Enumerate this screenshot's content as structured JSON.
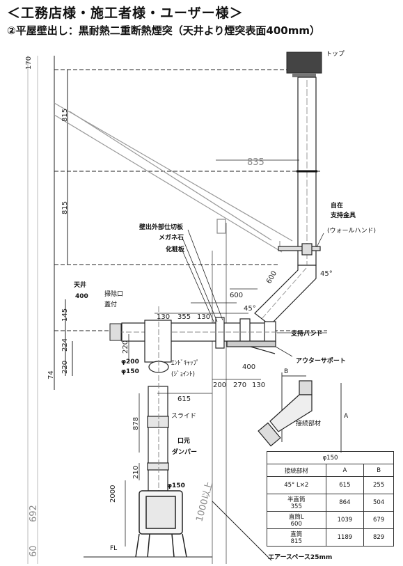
{
  "header": {
    "title": "＜工務店様・施工者様・ユーザー様＞",
    "subtitle": "②平屋壁出し：黒耐熱二重断熱煙突（天井より煙突表面400mm）"
  },
  "labels": {
    "top": "トップ",
    "bracket_1": "自在",
    "bracket_2": "支持金具",
    "bracket_3": "(ウォールハンド)",
    "wall_plate": "壁出外部仕切板",
    "megane": "メガネ石",
    "cosmetic": "化粧板",
    "ceiling": "天井",
    "ceiling_400": "400",
    "cleanout_1": "掃除口",
    "cleanout_2": "蓋付",
    "support_band": "支持バンド",
    "end_cap_1": "ｴﾝﾄﾞｷｬｯﾌﾟ",
    "end_cap_2": "(ｼﾞｮｲﾝﾄ)",
    "outer_support": "アウターサポート",
    "slide": "スライド",
    "damper_1": "口元",
    "damper_2": "ダンパー",
    "phi150": "φ150",
    "phi200": "φ200",
    "phi150b": "φ150",
    "fl": "FL",
    "air_space": "エアースペース25mm",
    "inset_a": "A",
    "inset_b": "B",
    "inset_part": "接続部材"
  },
  "dims": {
    "d170": "170",
    "d815a": "815",
    "d835": "835",
    "d815b": "815",
    "d600a": "600",
    "d600b": "600",
    "d45a": "45°",
    "d45b": "45°",
    "d145": "145",
    "d224": "224",
    "d220a": "220",
    "d74": "74",
    "d220b": "220",
    "d130a": "130",
    "d355": "355",
    "d130b": "130",
    "d400": "400",
    "d200": "200",
    "d270": "270",
    "d130c": "130",
    "d615": "615",
    "d878": "878",
    "d210": "210",
    "d2000": "2000",
    "d692": "692",
    "d60": "60",
    "d1000": "1000以上"
  },
  "table": {
    "title": "φ150",
    "columns": [
      "接続部材",
      "A",
      "B"
    ],
    "rows": [
      [
        "45° L×2",
        "615",
        "255"
      ],
      [
        "半直筒\n355",
        "864",
        "504"
      ],
      [
        "直筒L\n600",
        "1039",
        "679"
      ],
      [
        "直筒\n815",
        "1189",
        "829"
      ]
    ]
  }
}
